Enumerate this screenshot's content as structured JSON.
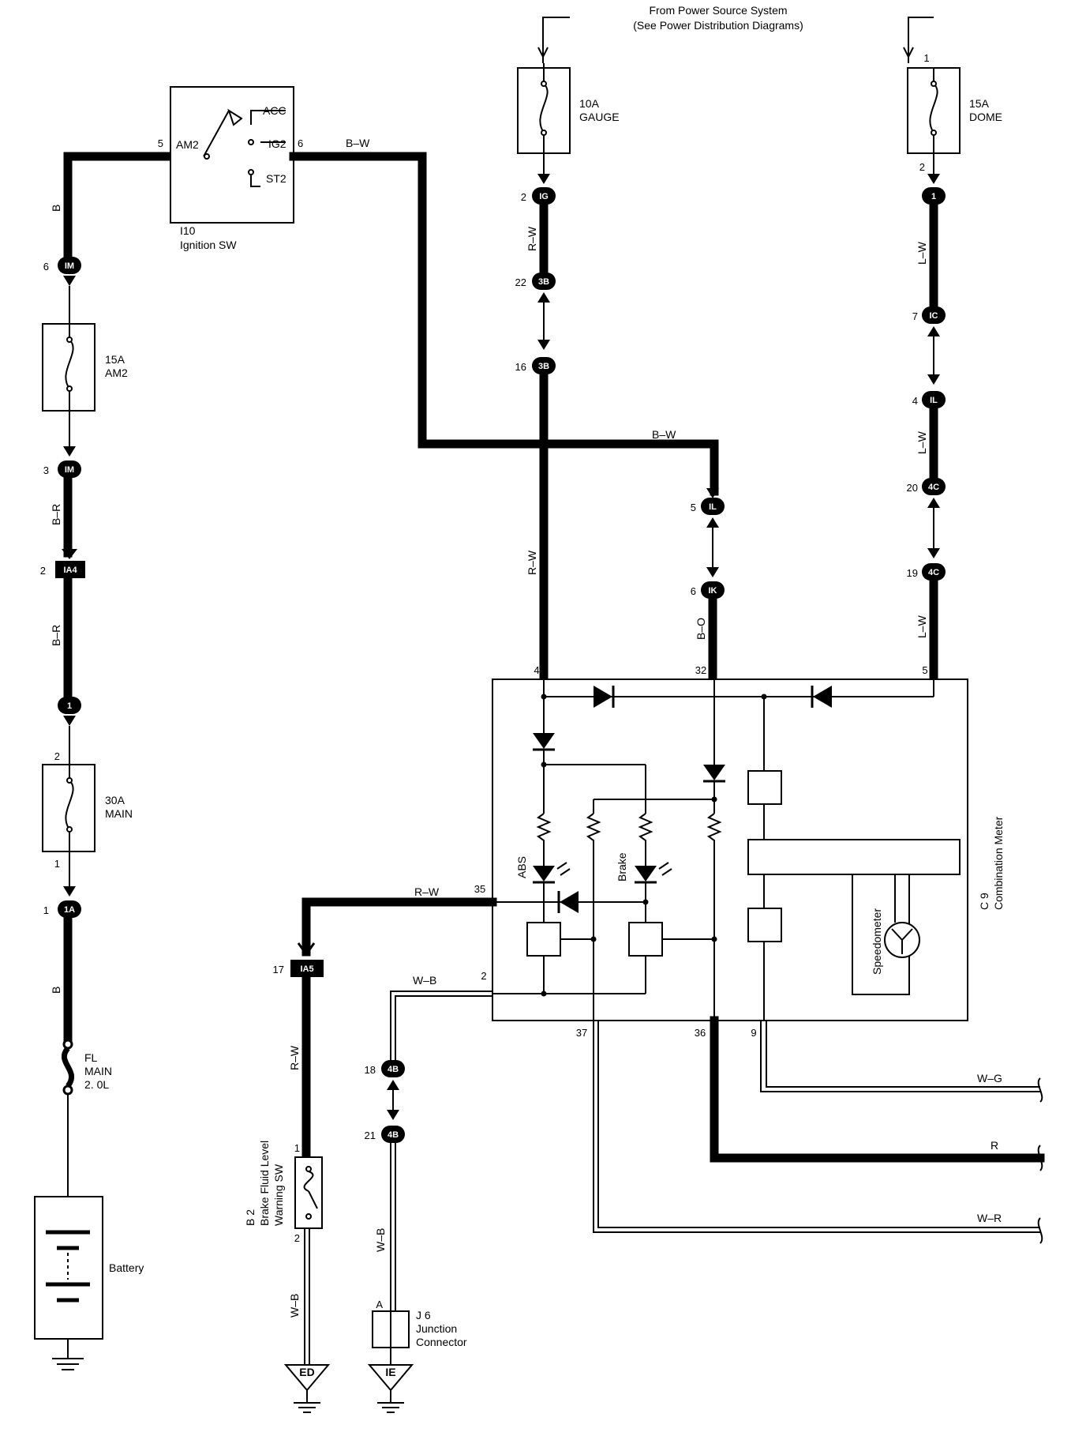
{
  "header": {
    "line1": "From Power Source System",
    "line2": "(See Power Distribution Diagrams)"
  },
  "ignition": {
    "ref": "I10",
    "name": "Ignition SW",
    "pin_am2": "5",
    "pin_ig2": "6",
    "term_am2": "AM2",
    "term_acc": "ACC",
    "term_ig2": "IG2",
    "term_st2": "ST2"
  },
  "fuses": {
    "gauge": {
      "rating": "10A",
      "name": "GAUGE"
    },
    "dome": {
      "rating": "15A",
      "name": "DOME",
      "pin_top": "1",
      "pin_bottom": "2"
    },
    "am2": {
      "rating": "15A",
      "name": "AM2"
    },
    "main": {
      "rating": "30A",
      "name": "MAIN",
      "pin_top": "2",
      "pin_bottom": "1"
    },
    "fl": {
      "line1": "FL",
      "line2": "MAIN",
      "line3": "2. 0L"
    }
  },
  "battery": {
    "label": "Battery"
  },
  "wires": {
    "b_top": "B",
    "bw_ign": "B–W",
    "bw_mid": "B–W",
    "br_1": "B–R",
    "br_2": "B–R",
    "b_bottom": "B",
    "rw_1": "R–W",
    "rw_2": "R–W",
    "rw_3": "R–W",
    "rw_4": "R–W",
    "bo": "B–O",
    "lw_1": "L–W",
    "lw_2": "L–W",
    "lw_3": "L–W",
    "wb_1": "W–B",
    "wb_2": "W–B",
    "wb_3": "W–B",
    "wg": "W–G",
    "r": "R",
    "wr": "W–R"
  },
  "connectors": {
    "im1": {
      "pin": "6",
      "id": "IM"
    },
    "im2": {
      "pin": "3",
      "id": "IM"
    },
    "ia4": {
      "pin": "2",
      "id": "IA4"
    },
    "c1": {
      "id": "1"
    },
    "ia1": {
      "pin": "1",
      "id": "1A"
    },
    "ig": {
      "pin": "2",
      "id": "IG"
    },
    "b3a": {
      "pin": "22",
      "id": "3B"
    },
    "b3b": {
      "pin": "16",
      "id": "3B"
    },
    "il1": {
      "pin": "5",
      "id": "IL"
    },
    "ik": {
      "pin": "6",
      "id": "IK"
    },
    "dome_c": {
      "id": "1"
    },
    "ic": {
      "pin": "7",
      "id": "IC"
    },
    "il2": {
      "pin": "4",
      "id": "IL"
    },
    "c4a": {
      "pin": "20",
      "id": "4C"
    },
    "c4b": {
      "pin": "19",
      "id": "4C"
    },
    "ia5": {
      "pin": "17",
      "id": "IA5"
    },
    "b4a": {
      "pin": "18",
      "id": "4B"
    },
    "b4b": {
      "pin": "21",
      "id": "4B"
    },
    "ed": {
      "id": "ED"
    },
    "ie": {
      "id": "IE"
    }
  },
  "meter": {
    "ref": "C 9",
    "name": "Combination Meter",
    "pin_4": "4",
    "pin_32": "32",
    "pin_5": "5",
    "pin_35": "35",
    "pin_2": "2",
    "pin_37": "37",
    "pin_36": "36",
    "pin_9": "9",
    "abs": "ABS",
    "brake": "Brake",
    "speedometer": "Speedometer"
  },
  "brake_sw": {
    "ref": "B 2",
    "line1": "Brake Fluid Level",
    "line2": "Warning SW",
    "pin_top": "1",
    "pin_bottom": "2"
  },
  "junction": {
    "ref": "J 6",
    "line1": "Junction",
    "line2": "Connector",
    "pin": "A"
  }
}
